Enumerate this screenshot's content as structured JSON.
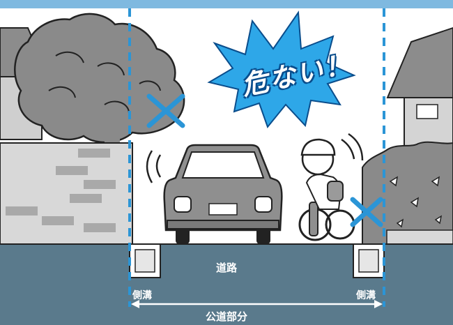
{
  "warning": "危ない！",
  "labels": {
    "road": "道路",
    "ditch_left": "側溝",
    "ditch_right": "側溝",
    "public_road": "公道部分"
  },
  "colors": {
    "sky": "#ffffff",
    "ground": "#5a7a8c",
    "dash": "#2b95d6",
    "cross": "#2b95d6",
    "burst": "#2ea7e8",
    "tree": "#8a8a8a",
    "wall": "#cfcfcf"
  },
  "icons": [
    "tree",
    "house",
    "wall",
    "car",
    "cyclist",
    "cross-mark",
    "warning-burst",
    "ditch",
    "double-arrow"
  ]
}
